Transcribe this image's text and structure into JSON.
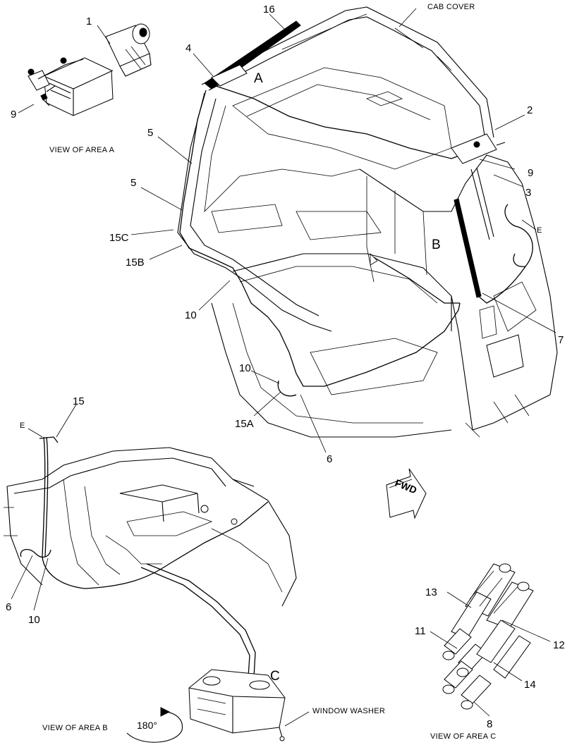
{
  "captions": {
    "cab_cover": "CAB COVER",
    "view_a": "VIEW OF AREA A",
    "view_b": "VIEW OF AREA B",
    "view_c": "VIEW OF AREA C",
    "window_washer": "WINDOW WASHER",
    "fwd": "FWD",
    "rotation": "180°"
  },
  "area_letters": {
    "a": "A",
    "b": "B",
    "c": "C",
    "e_top": "E",
    "e_left": "E"
  },
  "callouts": {
    "n1": "1",
    "n2": "2",
    "n3": "3",
    "n4": "4",
    "n5a": "5",
    "n5b": "5",
    "n6a": "6",
    "n6b": "6",
    "n7": "7",
    "n8": "8",
    "n9a": "9",
    "n9b": "9",
    "n10a": "10",
    "n10b": "10",
    "n10c": "10",
    "n11": "11",
    "n12": "12",
    "n13": "13",
    "n14": "14",
    "n15": "15",
    "n15a": "15A",
    "n15b": "15B",
    "n15c": "15C",
    "n16": "16"
  }
}
